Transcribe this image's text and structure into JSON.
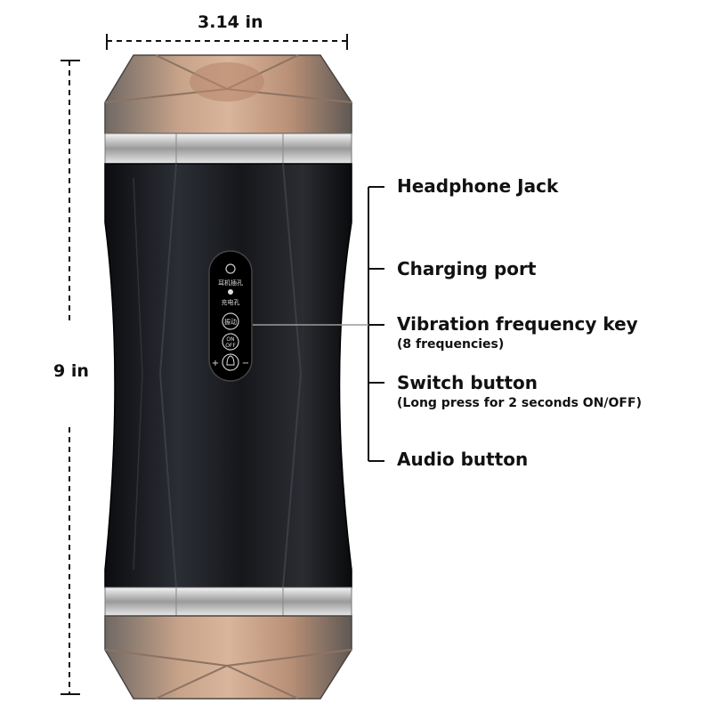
{
  "dimensions": {
    "width": "3.14 in",
    "height": "9 in"
  },
  "callouts": {
    "headphone_jack": "Headphone Jack",
    "charging_port": "Charging port",
    "vibration_key": "Vibration frequency key",
    "vibration_note": "(8 frequencies)",
    "switch_button": "Switch button",
    "switch_note": "(Long press for 2 seconds ON/OFF)",
    "audio_button": "Audio button"
  },
  "panel": {
    "headphone_label": "耳机插孔",
    "charging_label": "充电孔",
    "vibrate_label": "振动",
    "on_label": "ON",
    "off_label": "OFF",
    "plus": "+",
    "minus": "−"
  },
  "colors": {
    "body": "#1b1d22",
    "chrome": "#c8c8c8",
    "cap_skin": "#c9a48a",
    "cap_glass": "#8a847e"
  }
}
